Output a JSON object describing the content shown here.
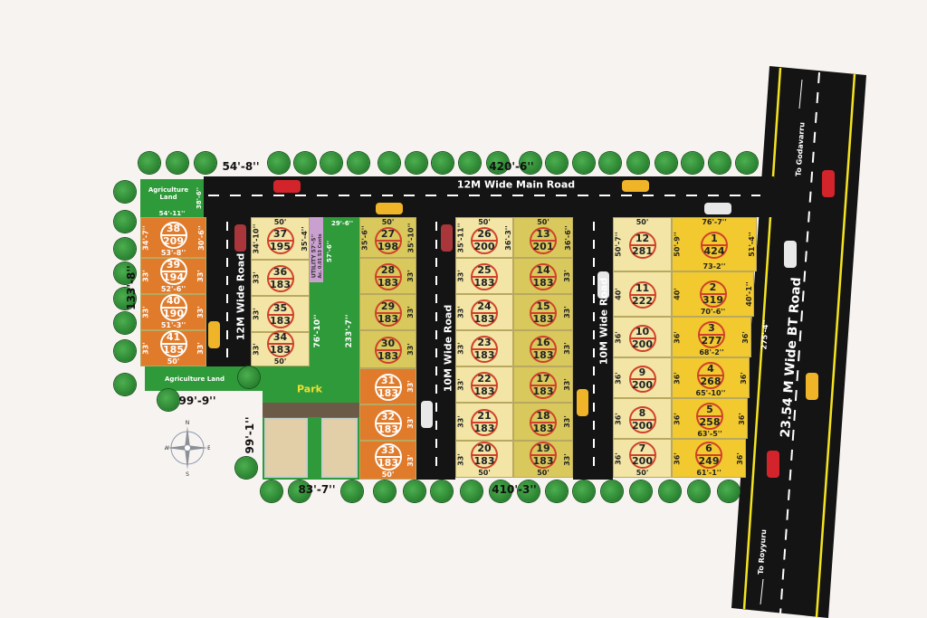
{
  "colors": {
    "road": "#141414",
    "green": "#2f9a3a",
    "orange": "#e07b2c",
    "light": "#f2e5a6",
    "olive": "#d9c85c",
    "yellow": "#f2c92f",
    "circle": "#d0402a"
  },
  "roads": {
    "main": "12M Wide Main Road",
    "left": "12M Wide Road",
    "mid": "10M Wide Road",
    "right": "10M Wide Road",
    "bt": "23.54 M Wide BT Road",
    "to_north": "To  Godavarru",
    "to_south": "To  Royyuru"
  },
  "areas": {
    "agri_top": "Agriculture Land",
    "agri_bottom": "Agriculture Land",
    "utility": "UTILITY  57'-5''",
    "utility_sub": "Ac. 0.01 53 Cents",
    "park": "Park"
  },
  "dimensions": {
    "top_left": "54'-8''",
    "top": "420'-6''",
    "left": "133'-8''",
    "agri_top_bottom": "54'-11''",
    "agri_top_right": "38'-6''",
    "utility_right": "57'-6''",
    "park_top": "29'-6''",
    "park_a": "76'-10''",
    "park_b": "233'-7''",
    "bottom_left": "99'-9''",
    "park_left": "99'-1''",
    "bottom_mid": "83'-7''",
    "bottom": "410'-3''",
    "bt_side": "275'-4''"
  },
  "compass": {
    "n": "N",
    "s": "S",
    "e": "E",
    "w": "W"
  },
  "plots": [
    {
      "no": "38",
      "area": "209",
      "left": "34'-7''",
      "right": "30'-6''",
      "bottom": "53'-8''"
    },
    {
      "no": "39",
      "area": "194",
      "left": "33'",
      "right": "33'",
      "bottom": "52'-6''"
    },
    {
      "no": "40",
      "area": "190",
      "left": "33'",
      "right": "33'",
      "bottom": "51'-3''"
    },
    {
      "no": "41",
      "area": "185",
      "left": "33'",
      "right": "33'",
      "bottom": "50'"
    },
    {
      "no": "37",
      "area": "195",
      "top": "50'",
      "left": "34'-10''",
      "right": "35'-4''"
    },
    {
      "no": "36",
      "area": "183",
      "left": "33'"
    },
    {
      "no": "35",
      "area": "183",
      "left": "33'"
    },
    {
      "no": "34",
      "area": "183",
      "left": "33'",
      "bottom": "50'"
    },
    {
      "no": "27",
      "area": "198",
      "top": "50'",
      "left": "35'-6''",
      "right": "35'-10''"
    },
    {
      "no": "28",
      "area": "183",
      "right": "33'"
    },
    {
      "no": "29",
      "area": "183",
      "right": "33'"
    },
    {
      "no": "30",
      "area": "183",
      "right": "33'"
    },
    {
      "no": "31",
      "area": "183",
      "right": "33'"
    },
    {
      "no": "32",
      "area": "183",
      "right": "33'"
    },
    {
      "no": "33",
      "area": "183",
      "right": "33'",
      "bottom": "50'"
    },
    {
      "no": "26",
      "area": "200",
      "top": "50'",
      "left": "35'-11''",
      "right": "36'-3''"
    },
    {
      "no": "25",
      "area": "183",
      "left": "33'"
    },
    {
      "no": "24",
      "area": "183",
      "left": "33'"
    },
    {
      "no": "23",
      "area": "183",
      "left": "33'"
    },
    {
      "no": "22",
      "area": "183",
      "left": "33'"
    },
    {
      "no": "21",
      "area": "183",
      "left": "33'"
    },
    {
      "no": "20",
      "area": "183",
      "left": "33'",
      "bottom": "50'"
    },
    {
      "no": "13",
      "area": "201",
      "top": "50'",
      "right": "36'-6''"
    },
    {
      "no": "14",
      "area": "183",
      "right": "33'"
    },
    {
      "no": "15",
      "area": "183",
      "right": "33'"
    },
    {
      "no": "16",
      "area": "183",
      "right": "33'"
    },
    {
      "no": "17",
      "area": "183",
      "right": "33'"
    },
    {
      "no": "18",
      "area": "183",
      "right": "33'"
    },
    {
      "no": "19",
      "area": "183",
      "right": "33'",
      "bottom": "50'"
    },
    {
      "no": "12",
      "area": "281",
      "top": "50'",
      "left": "50'-7''"
    },
    {
      "no": "11",
      "area": "222",
      "left": "40'"
    },
    {
      "no": "10",
      "area": "200",
      "left": "36'"
    },
    {
      "no": "9",
      "area": "200",
      "left": "36'"
    },
    {
      "no": "8",
      "area": "200",
      "left": "36'"
    },
    {
      "no": "7",
      "area": "200",
      "left": "36'",
      "bottom": "50'"
    },
    {
      "no": "1",
      "area": "424",
      "top": "76'-7''",
      "left": "50'-9''",
      "right": "51'-4''",
      "bottom": "73-2''"
    },
    {
      "no": "2",
      "area": "319",
      "left": "40'",
      "right": "40'-1''",
      "bottom": "70'-6''"
    },
    {
      "no": "3",
      "area": "277",
      "left": "36'",
      "right": "36'",
      "bottom": "68'-2''"
    },
    {
      "no": "4",
      "area": "268",
      "left": "36'",
      "right": "36'",
      "bottom": "65'-10''"
    },
    {
      "no": "5",
      "area": "258",
      "left": "36'",
      "right": "36'",
      "bottom": "63'-5''"
    },
    {
      "no": "6",
      "area": "249",
      "left": "36'",
      "right": "36'",
      "bottom": "61'-1''"
    }
  ]
}
